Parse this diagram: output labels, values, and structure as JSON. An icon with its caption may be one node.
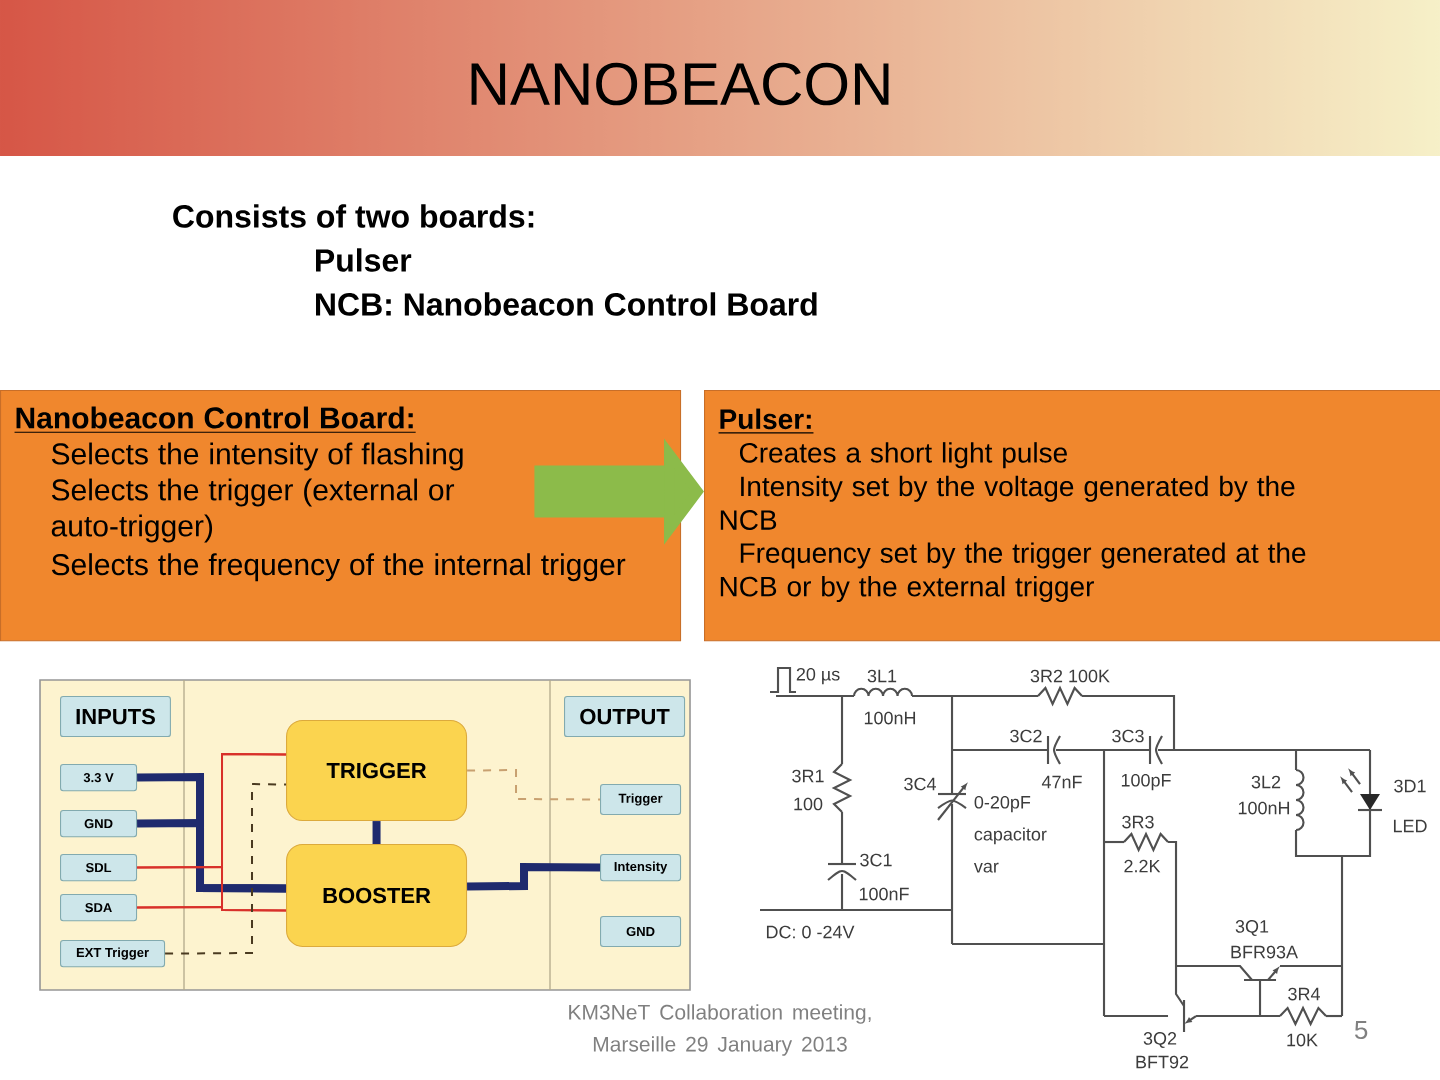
{
  "diagram": {
    "title": "NANOBEACON",
    "nodes": [
      {
        "text": [
          "Nanobeacon Control Board:",
          "Selects the intensity of flashing",
          "Selects the trigger (external or auto-trigger)",
          "Selects the frequency of the internal trigger"
        ]
      },
      {
        "text": [
          "Pulser:",
          "Creates a short light pulse",
          "Intensity set by the voltage generated by the NCB",
          "Frequency set by the trigger generated at the NCB or by the external trigger"
        ]
      },
      {
        "text": [
          "INPUTS"
        ]
      },
      {
        "text": [
          "3.3 V"
        ]
      },
      {
        "text": [
          "GND"
        ]
      },
      {
        "text": [
          "SDL"
        ]
      },
      {
        "text": [
          "SDA"
        ]
      },
      {
        "text": [
          "EXT Trigger"
        ]
      },
      {
        "text": [
          "TRIGGER"
        ]
      },
      {
        "text": [
          "BOOSTER"
        ]
      },
      {
        "text": [
          "OUTPUT"
        ]
      },
      {
        "text": [
          "Trigger"
        ]
      },
      {
        "text": [
          "Intensity"
        ]
      },
      {
        "text": [
          "GND"
        ]
      }
    ],
    "edges": [
      {
        "from": 0,
        "to": 1,
        "arrow": "to",
        "style": "thick",
        "color": "#8cbb4a"
      },
      {
        "from": 3,
        "to": 9,
        "arrow": "none",
        "style": "thick"
      },
      {
        "from": 4,
        "to": 9,
        "arrow": "none",
        "style": "thick"
      },
      {
        "from": 5,
        "to": 8,
        "arrow": "none",
        "color": "#d8302a"
      },
      {
        "from": 5,
        "to": 9,
        "arrow": "none",
        "color": "#d8302a"
      },
      {
        "from": 6,
        "to": 8,
        "arrow": "none",
        "color": "#d8302a"
      },
      {
        "from": 6,
        "to": 9,
        "arrow": "none",
        "color": "#d8302a"
      },
      {
        "from": 7,
        "to": 8,
        "arrow": "none",
        "style": "dashed",
        "color": "#4a3a20"
      },
      {
        "from": 8,
        "to": 9,
        "arrow": "none",
        "style": "thick"
      },
      {
        "from": 8,
        "to": 11,
        "arrow": "none",
        "style": "dashed",
        "color": "#c8a070"
      },
      {
        "from": 9,
        "to": 12,
        "arrow": "none",
        "style": "thick"
      }
    ],
    "labels": [
      "Consists of two boards:",
      "Pulser",
      "NCB: Nanobeacon Control Board",
      "20 µs",
      "3L1",
      "100nH",
      "3R2 100K",
      "3R1",
      "100",
      "3C4",
      "0-20pF capacitor var",
      "3C2",
      "47nF",
      "3C3",
      "100pF",
      "3R3",
      "2.2K",
      "3L2",
      "100nH",
      "3D1",
      "LED",
      "3C1",
      "100nF",
      "DC: 0 -24V",
      "3Q1",
      "BFR93A",
      "3Q2",
      "BFT92",
      "3R4",
      "10K",
      "KM3NeT Collaboration meeting, Marseille 29 January 2013",
      "5"
    ]
  }
}
